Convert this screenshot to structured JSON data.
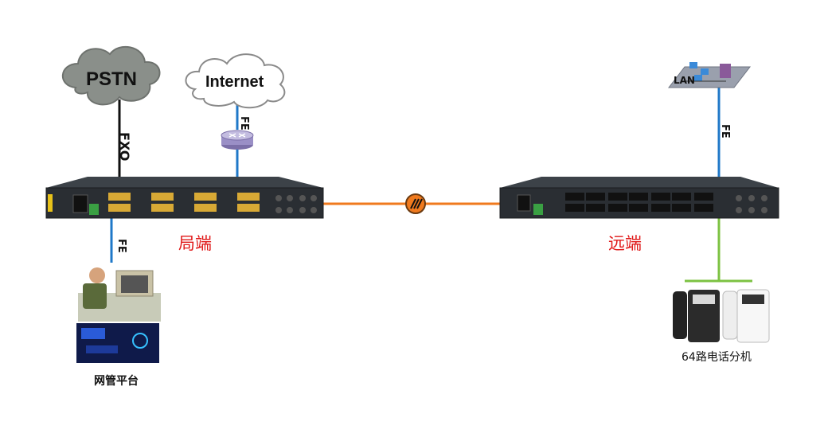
{
  "clouds": {
    "pstn": "PSTN",
    "internet": "Internet"
  },
  "links": {
    "fxo": "FXO",
    "fe_router": "FE",
    "fe_mgmt": "FE",
    "fe_lan": "FE"
  },
  "sites": {
    "local": "局端",
    "remote": "远端"
  },
  "lan": {
    "label": "LAN"
  },
  "mgmt": {
    "label": "网管平台"
  },
  "phones": {
    "label": "64路电话分机"
  },
  "colors": {
    "fiber": "#f07a1e",
    "ethernet": "#1f78c8",
    "phone_line": "#7cc242",
    "fxo_line": "#111111",
    "site_label": "#e01818"
  }
}
